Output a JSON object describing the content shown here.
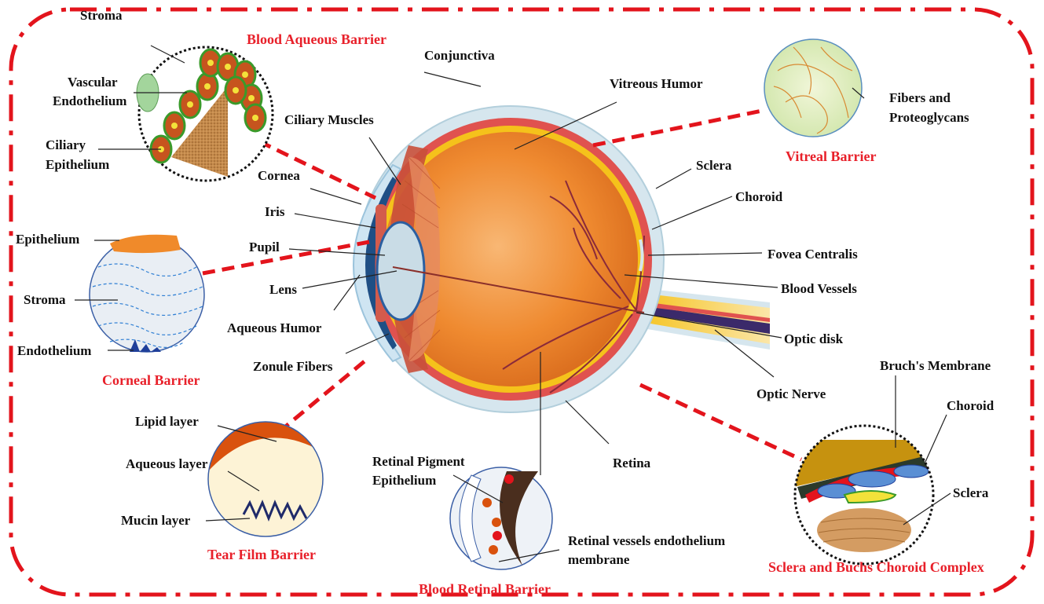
{
  "labels": {
    "stroma_top": "Stroma",
    "vascular_endothelium_1": "Vascular",
    "vascular_endothelium_2": "Endothelium",
    "ciliary_epithelium_1": "Ciliary",
    "ciliary_epithelium_2": "Epithelium",
    "conjunctiva": "Conjunctiva",
    "vitreous_humor": "Vitreous  Humor",
    "fibers_1": "Fibers and",
    "fibers_2": "Proteoglycans",
    "ciliary_muscles": "Ciliary Muscles",
    "cornea": "Cornea",
    "iris": "Iris",
    "pupil": "Pupil",
    "lens": "Lens",
    "aqueous_humor": "Aqueous Humor",
    "zonule_fibers": "Zonule Fibers",
    "sclera_right": "Sclera",
    "choroid_right": "Choroid",
    "fovea_centralis": "Fovea Centralis",
    "blood_vessels": "Blood Vessels",
    "optic_disk": "Optic disk",
    "optic_nerve": "Optic Nerve",
    "bruchs_membrane": "Bruch's Membrane",
    "choroid_inset": "Choroid",
    "sclera_inset": "Sclera",
    "epithelium_corneal": "Epithelium",
    "stroma_corneal": "Stroma",
    "endothelium_corneal": "Endothelium",
    "lipid_layer": "Lipid layer",
    "aqueous_layer": "Aqueous  layer",
    "mucin_layer": "Mucin layer",
    "retinal_pigment_1": "Retinal Pigment",
    "retinal_pigment_2": "Epithelium",
    "retina": "Retina",
    "retinal_vessels_1": "Retinal vessels endothelium",
    "retinal_vessels_2": "membrane"
  },
  "barriers": {
    "blood_aqueous": "Blood Aqueous Barrier",
    "vitreal": "Vitreal Barrier",
    "corneal": "Corneal Barrier",
    "tear_film": "Tear Film Barrier",
    "blood_retinal": "Blood Retinal  Barrier",
    "sclera_choroid": "Sclera and Buchs Choroid Complex"
  },
  "colors": {
    "barrier_text": "#e8202a",
    "dashed_border": "#e3141c",
    "sclera": "#d6e6ee",
    "choroid": "#e0524f",
    "retina": "#f5c21b",
    "vitreous": "#f08a2a",
    "tear_lipid": "#d9520e",
    "tear_aqueous": "#fdf3d6"
  }
}
